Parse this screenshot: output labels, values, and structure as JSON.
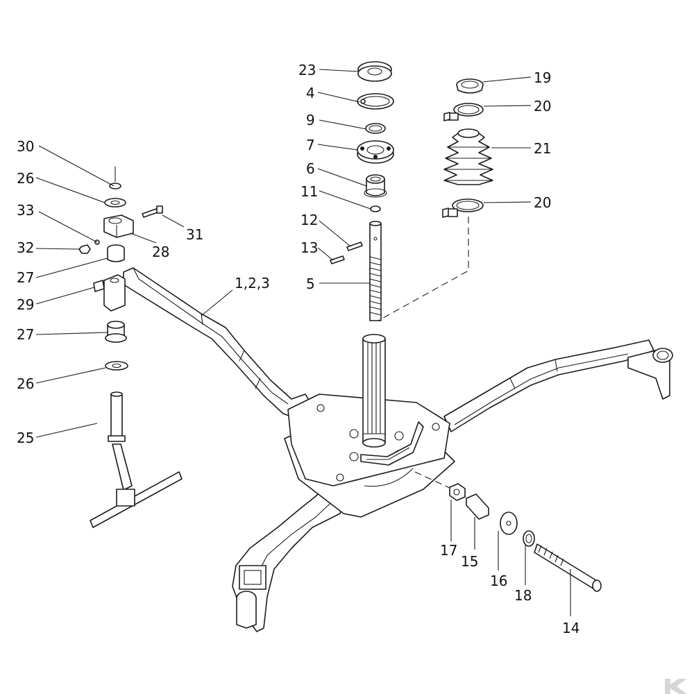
{
  "callouts": {
    "c23": "23",
    "c4": "4",
    "c9": "9",
    "c7": "7",
    "c6": "6",
    "c11": "11",
    "c12": "12",
    "c13": "13",
    "c5": "5",
    "c123": "1,2,3",
    "c19": "19",
    "c20a": "20",
    "c21": "21",
    "c20b": "20",
    "c30": "30",
    "c26a": "26",
    "c33": "33",
    "c31": "31",
    "c32": "32",
    "c28": "28",
    "c27a": "27",
    "c29": "29",
    "c27b": "27",
    "c26b": "26",
    "c25": "25",
    "c17": "17",
    "c15": "15",
    "c16": "16",
    "c18": "18",
    "c14": "14"
  },
  "brand_mark": "K",
  "colors": {
    "line": "#1a1a1a",
    "background": "#ffffff",
    "brand": "#d6d6d6"
  }
}
